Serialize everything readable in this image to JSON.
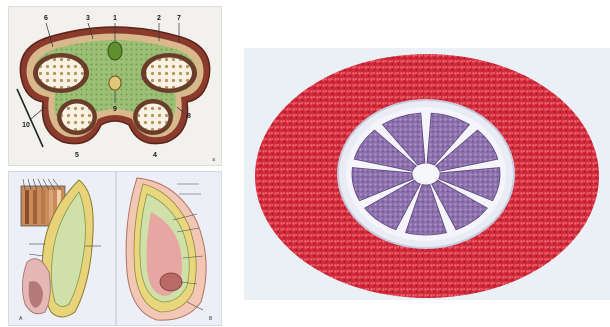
{
  "anther_diagram": {
    "labels": [
      "1",
      "2",
      "3",
      "4",
      "5",
      "6",
      "7",
      "8",
      "9",
      "10"
    ],
    "corner_mark": "a"
  },
  "development_diagram_a": {
    "corner_mark": "A"
  },
  "development_diagram_b": {
    "corner_mark": "B"
  },
  "micrograph": {
    "locule_count": 9
  }
}
